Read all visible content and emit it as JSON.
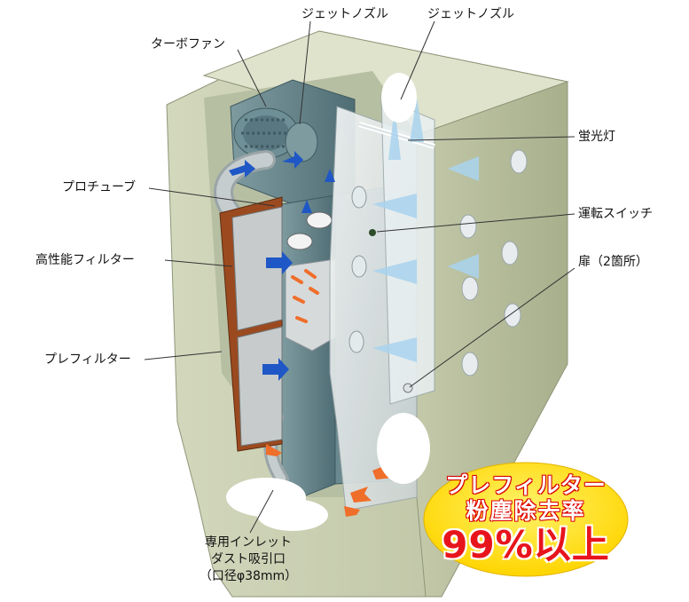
{
  "labels": {
    "jet_nozzle_1": "ジェットノズル",
    "jet_nozzle_2": "ジェットノズル",
    "turbo_fan": "ターボファン",
    "fluorescent_lamp": "蛍光灯",
    "pro_tube": "プロチューブ",
    "run_switch": "運転スイッチ",
    "hepa_filter": "高性能フィルター",
    "door": "扉（2箇所）",
    "pre_filter": "プレフィルター",
    "inlet_line1": "専用インレット",
    "inlet_line2": "ダスト吸引口",
    "inlet_line3": "（口径φ38mm）"
  },
  "badge": {
    "line1": "プレフィルター",
    "line2": "粉塵除去率",
    "line3": "99%以上"
  },
  "colors": {
    "background": "#ffffff",
    "cabinet_shell": "#c9cfb1",
    "internal_unit": "#5f7f86",
    "hepa_frame": "#9b4a1f",
    "airflow_arrow": "#1f57c6",
    "filtered_air_arrow": "#ef6e2a",
    "badge_fill": "#ffe21a",
    "badge_text": "#e8141c"
  }
}
